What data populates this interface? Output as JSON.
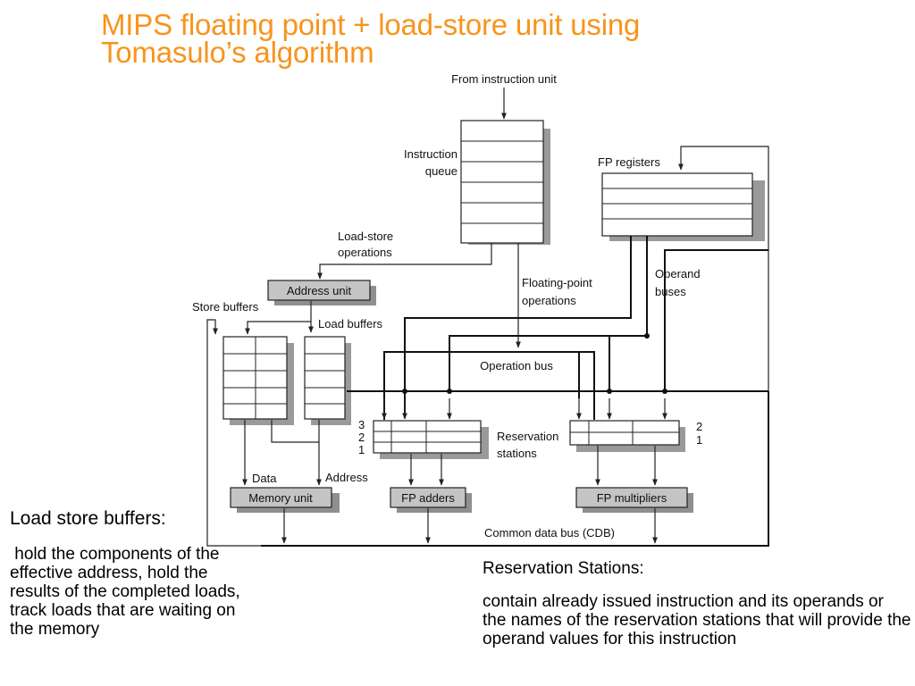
{
  "title": {
    "line1": "MIPS floating point + load-store unit using",
    "line2": "Tomasulo’s algorithm"
  },
  "diagram": {
    "from_instruction_unit": "From instruction unit",
    "instruction_queue": [
      "Instruction",
      "queue"
    ],
    "fp_registers": "FP registers",
    "load_store_operations": [
      "Load-store",
      "operations"
    ],
    "floating_point_operations": [
      "Floating-point",
      "operations"
    ],
    "operand_buses": [
      "Operand",
      "buses"
    ],
    "address_unit": "Address unit",
    "store_buffers": "Store buffers",
    "load_buffers": "Load buffers",
    "operation_bus": "Operation bus",
    "rs_numbers_left": [
      "3",
      "2",
      "1"
    ],
    "rs_numbers_right": [
      "2",
      "1"
    ],
    "reservation_stations": [
      "Reservation",
      "stations"
    ],
    "data": "Data",
    "address": "Address",
    "memory_unit": "Memory unit",
    "fp_adders": "FP adders",
    "fp_multipliers": "FP multipliers",
    "cdb": "Common data bus (CDB)"
  },
  "notes": {
    "load_store": {
      "heading": "Load store buffers:",
      "body": " hold the components of the effective address, hold the results of the completed loads, track loads that are waiting on the memory"
    },
    "reservation": {
      "heading": "Reservation Stations:",
      "body": "contain already issued instruction and its operands or the names of the reservation stations that will provide the operand values for this instruction"
    }
  }
}
